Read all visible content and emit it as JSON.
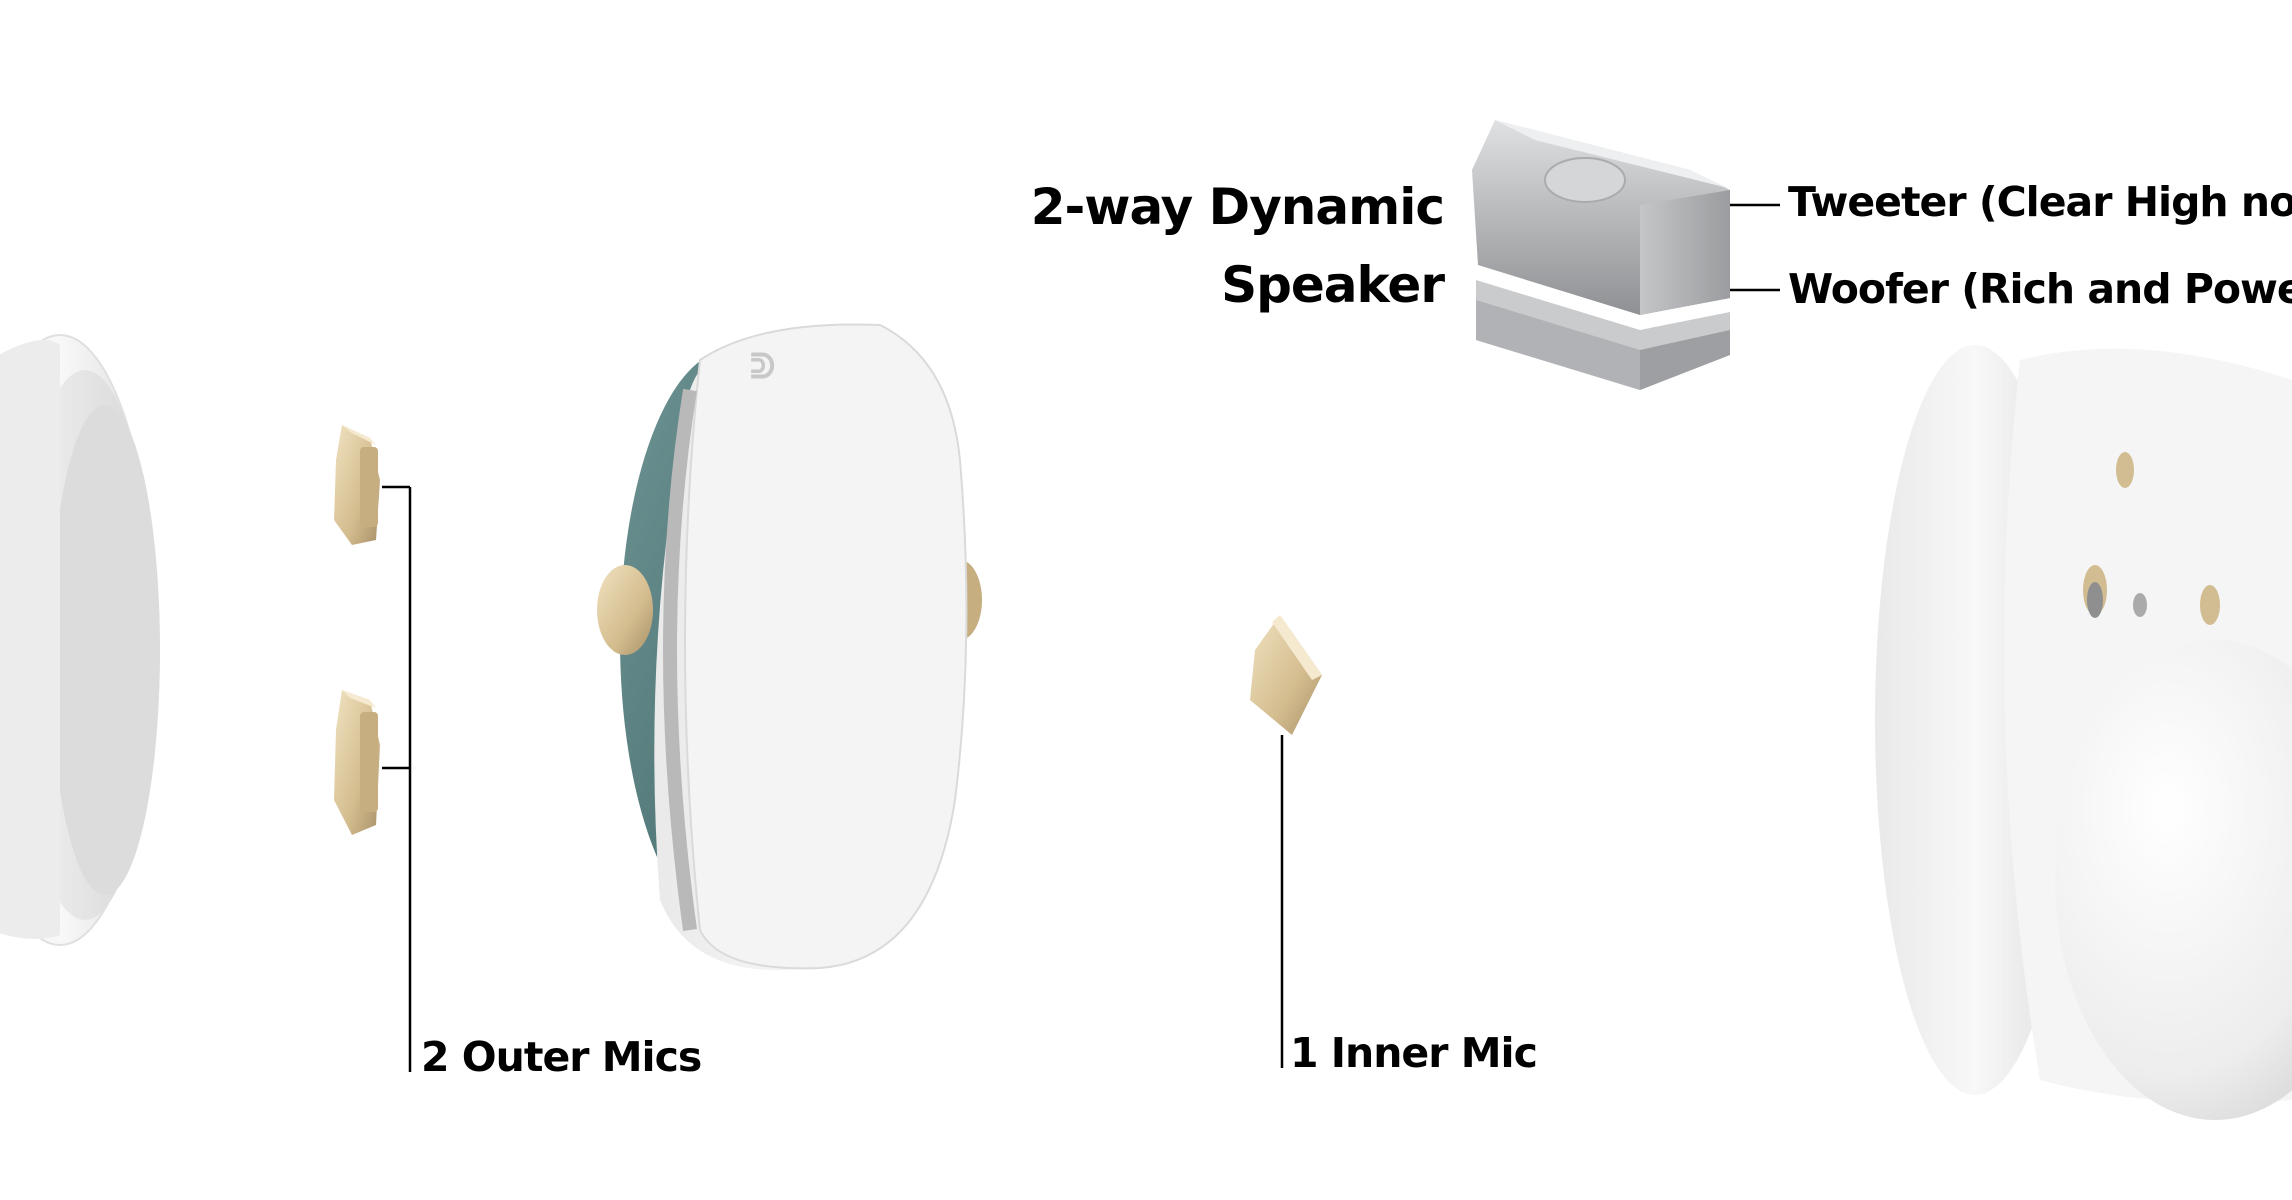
{
  "speaker": {
    "title_line1": "2-way Dynamic",
    "title_line2": "Speaker",
    "tweeter": "Tweeter (Clear High notes",
    "woofer": "Woofer (Rich and Powerfu"
  },
  "mics": {
    "outer": "2 Outer Mics",
    "inner": "1 Inner Mic"
  },
  "colors": {
    "shell_white": "#f2f2f2",
    "pcb_teal": "#4f7a7a",
    "gold": "#d8c49a",
    "speaker_silver": "#b9bbbd",
    "line": "#000000"
  }
}
